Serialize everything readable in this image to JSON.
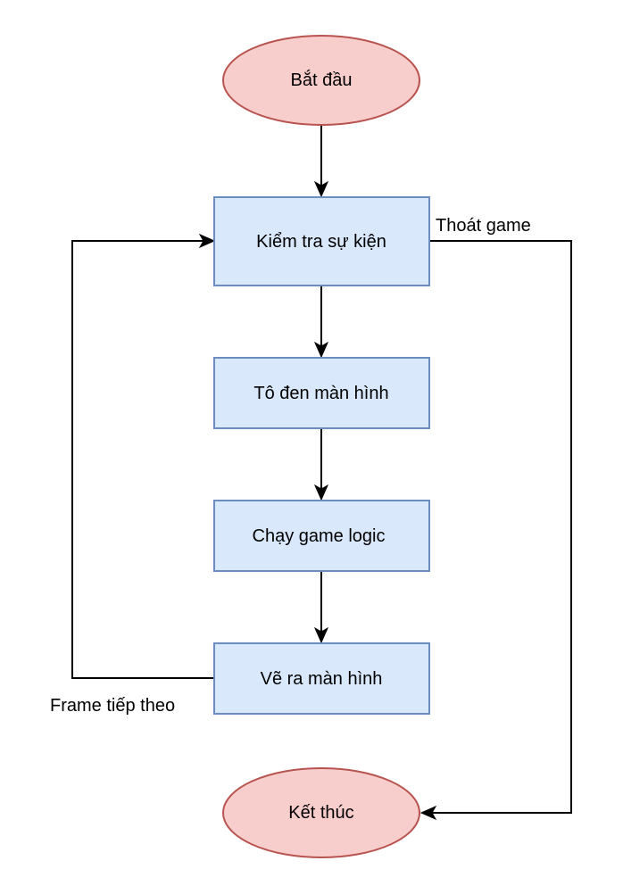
{
  "diagram": {
    "nodes": {
      "start": {
        "label": "Bắt đầu"
      },
      "check_events": {
        "label": "Kiểm tra sự kiện"
      },
      "clear_screen": {
        "label": "Tô đen màn hình"
      },
      "run_logic": {
        "label": "Chạy game logic"
      },
      "draw_screen": {
        "label": "Vẽ ra màn hình"
      },
      "end": {
        "label": "Kết thúc"
      }
    },
    "edges": {
      "exit_label": "Thoát game",
      "next_frame_label": "Frame tiếp theo"
    }
  },
  "colors": {
    "terminal_fill": "#f8cecc",
    "terminal_stroke": "#b85450",
    "process_fill": "#dae8fc",
    "process_stroke": "#6c8ebf",
    "edge": "#000000"
  }
}
